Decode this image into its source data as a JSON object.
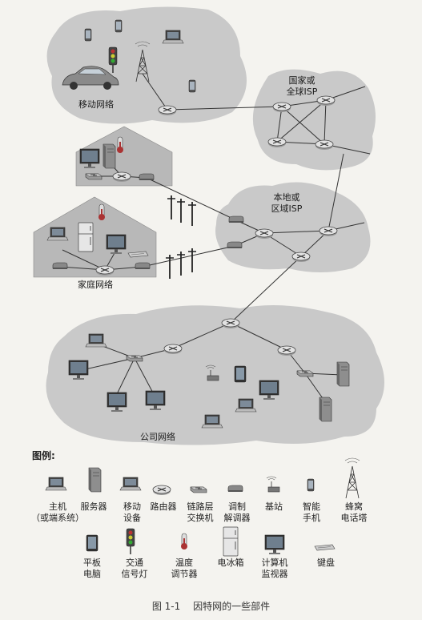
{
  "regions": {
    "mobile": "移动网络",
    "global_isp": "国家或\n全球ISP",
    "regional_isp": "本地或\n区域ISP",
    "home": "家庭网络",
    "enterprise": "公司网络"
  },
  "legend": {
    "title": "图例:",
    "items": [
      {
        "icon": "laptop-icon",
        "label": "主机\n（或端系统）"
      },
      {
        "icon": "server-icon",
        "label": "服务器"
      },
      {
        "icon": "mobile-device-icon",
        "label": "移动\n设备"
      },
      {
        "icon": "router-icon",
        "label": "路由器"
      },
      {
        "icon": "link-layer-switch-icon",
        "label": "链路层\n交换机"
      },
      {
        "icon": "modem-icon",
        "label": "调制\n解调器"
      },
      {
        "icon": "base-station-icon",
        "label": "基站"
      },
      {
        "icon": "smartphone-icon",
        "label": "智能\n手机"
      },
      {
        "icon": "cell-tower-icon",
        "label": "蜂窝\n电话塔"
      },
      {
        "icon": "tablet-icon",
        "label": "平板\n电脑"
      },
      {
        "icon": "traffic-light-icon",
        "label": "交通\n信号灯"
      },
      {
        "icon": "thermostat-icon",
        "label": "温度\n调节器"
      },
      {
        "icon": "refrigerator-icon",
        "label": "电冰箱"
      },
      {
        "icon": "monitor-icon",
        "label": "计算机\n监视器"
      },
      {
        "icon": "keyboard-icon",
        "label": "键盘"
      }
    ]
  },
  "caption": {
    "number": "图 1-1",
    "text": "因特网的一些部件"
  },
  "colors": {
    "cloud": "#c9c9c9",
    "router": "#d4d4d4",
    "line": "#333333"
  }
}
